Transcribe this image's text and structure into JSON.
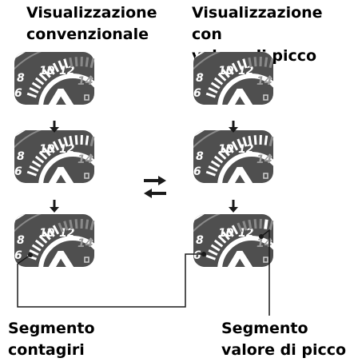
{
  "headers": {
    "left_line1": "Visualizzazione",
    "left_line2": "convenzionale",
    "right_line1": "Visualizzazione con",
    "right_line2": "valore di picco"
  },
  "callouts": {
    "tach_line1": "Segmento",
    "tach_line2": "contagiri",
    "peak_line1": "Segmento",
    "peak_line2": "valore di picco"
  },
  "gauge_labels": [
    "6",
    "8",
    "10",
    "12",
    "14"
  ],
  "colors": {
    "gauge_face": "#4f4f4f",
    "segment_lit": "#ffffff",
    "segment_dim": "#8a8a8a",
    "label_dim": "#9a9a9a",
    "arrow": "#1a1a1a"
  }
}
